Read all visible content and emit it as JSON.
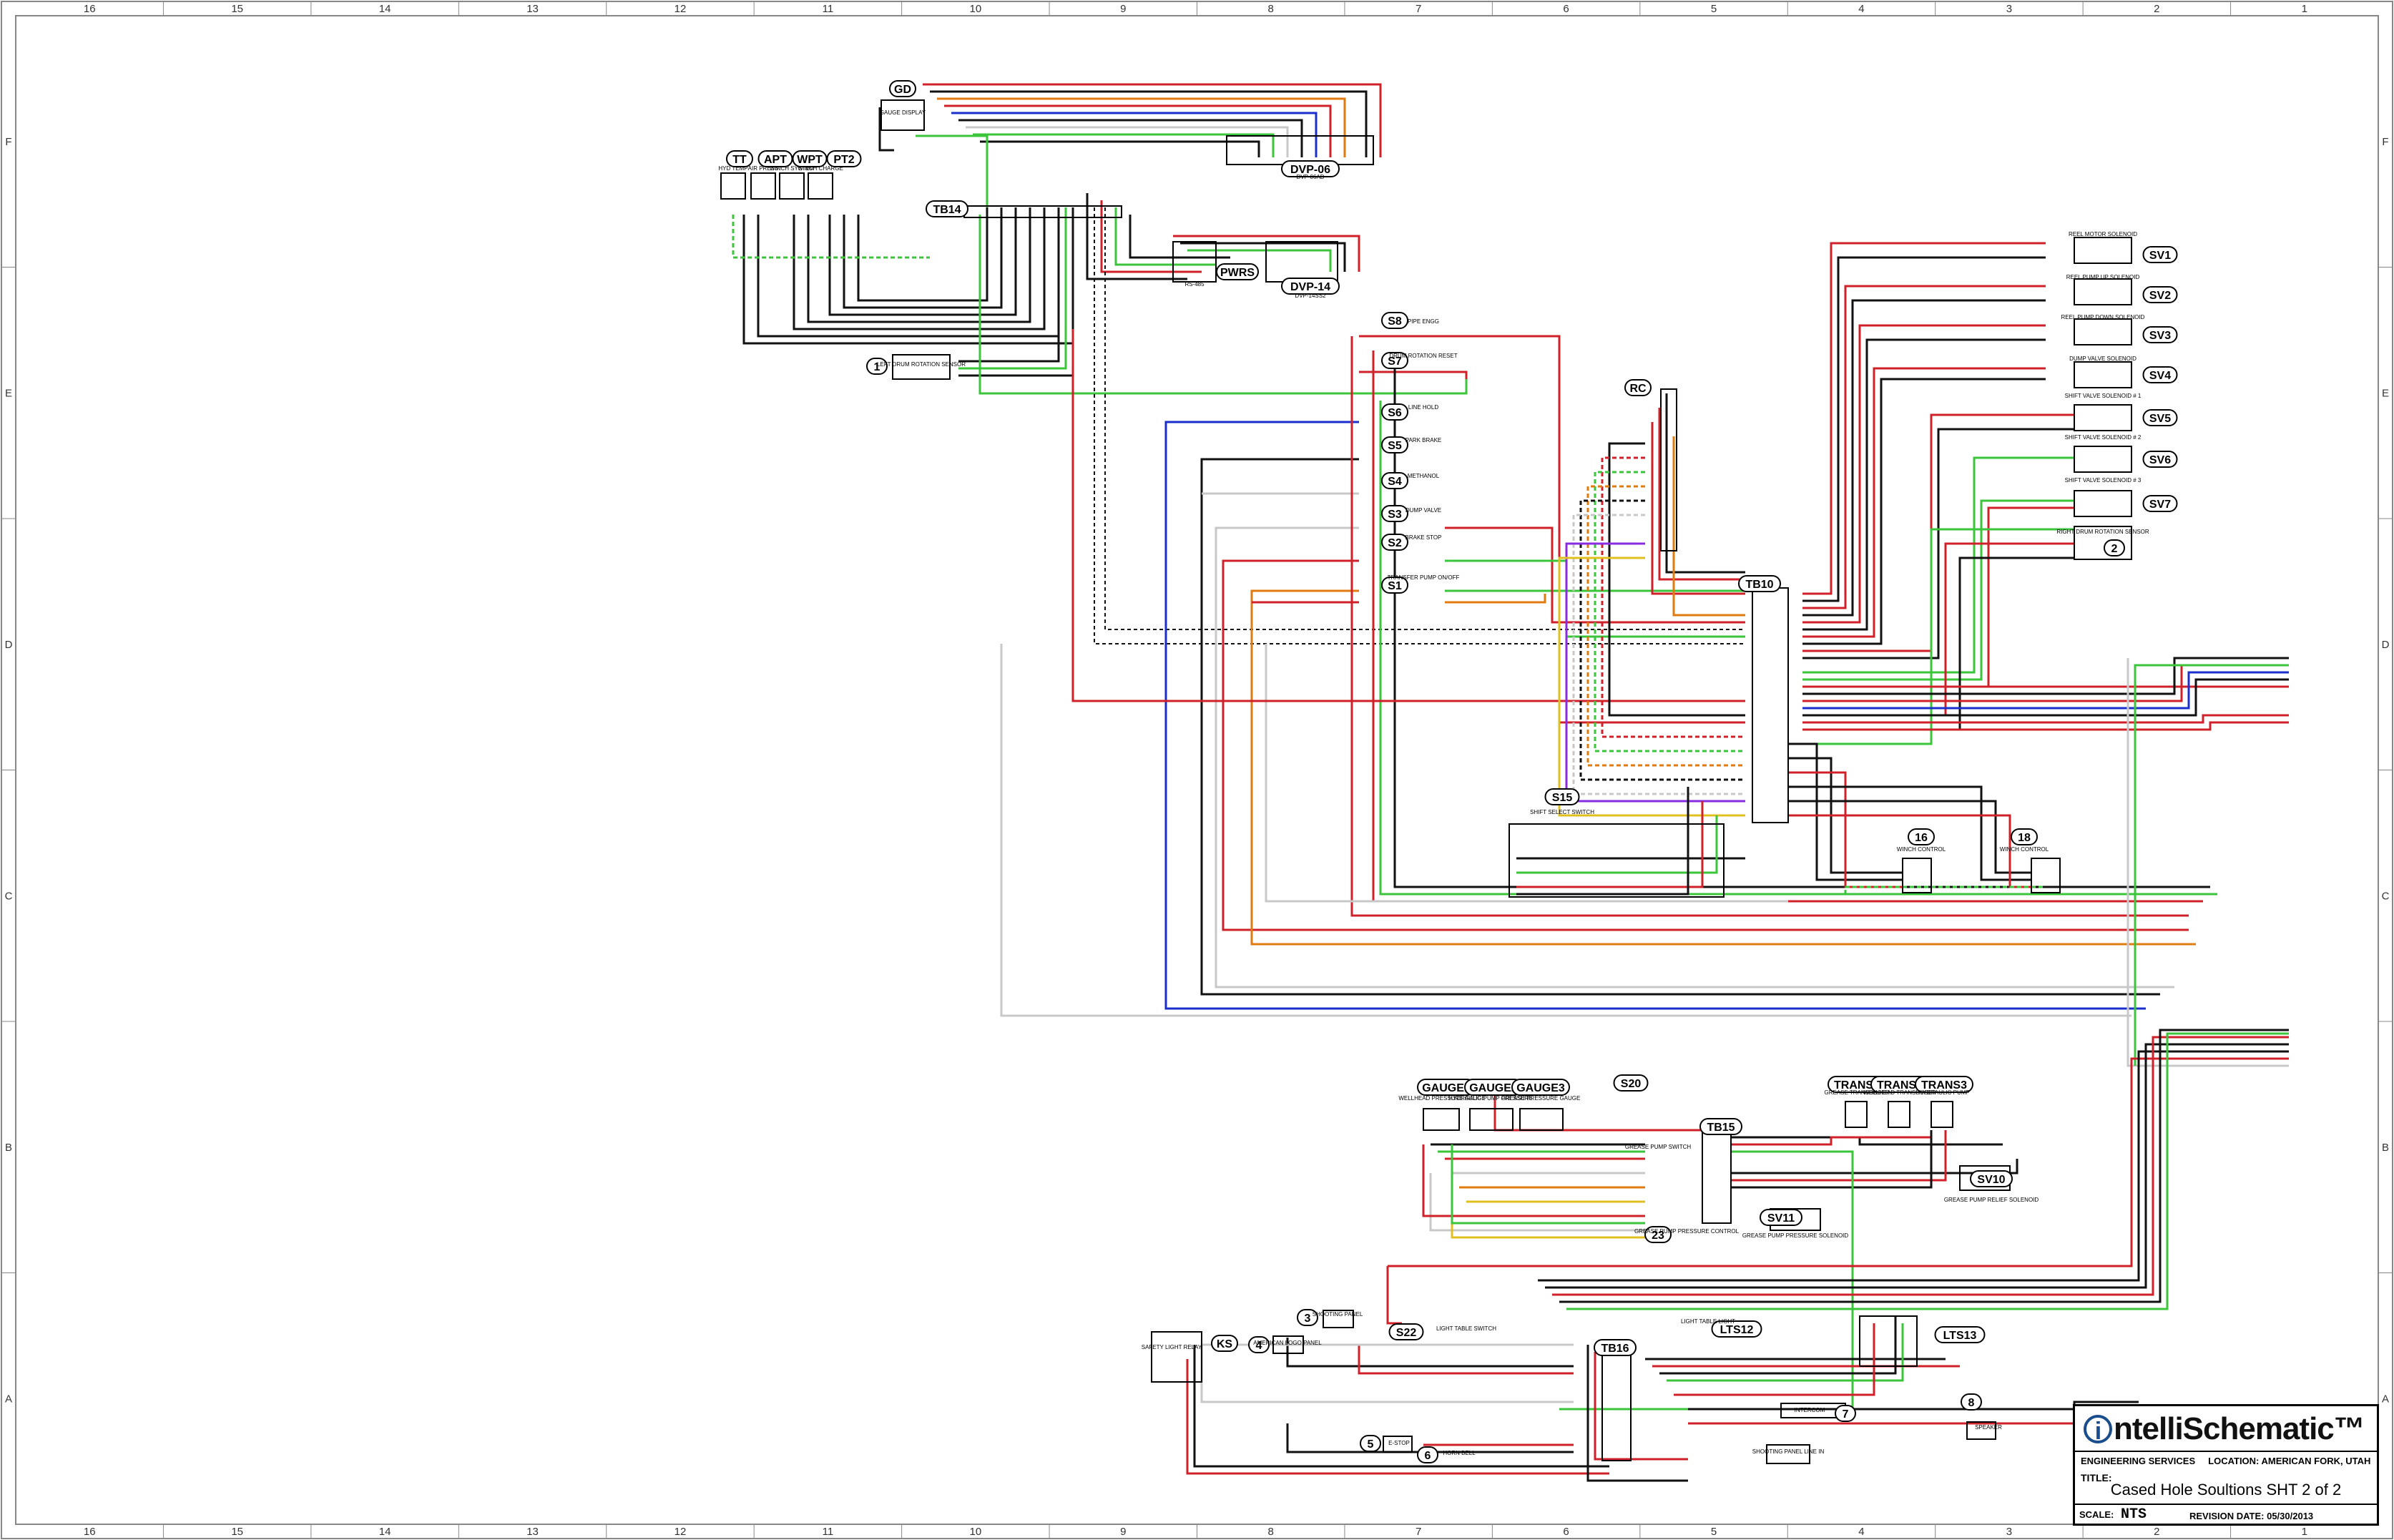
{
  "sheet": {
    "border_numbers": [
      "16",
      "15",
      "14",
      "13",
      "12",
      "11",
      "10",
      "9",
      "8",
      "7",
      "6",
      "5",
      "4",
      "3",
      "2",
      "1"
    ],
    "border_letters": [
      "F",
      "E",
      "D",
      "C",
      "B",
      "A"
    ]
  },
  "title_block": {
    "logo_i": "i",
    "logo_rest": "ntelliSchematic™",
    "services": "ENGINEERING SERVICES",
    "location": "LOCATION: AMERICAN FORK, UTAH",
    "title_label": "TITLE:",
    "title": "Cased Hole Soultions SHT 2 of 2",
    "scale_label": "SCALE:",
    "scale": "NTS",
    "revision": "REVISION DATE: 05/30/2013"
  },
  "components": {
    "gd": {
      "tag": "GD",
      "label": "GAUGE DISPLAY"
    },
    "tt": {
      "tag": "TT",
      "label": "HYD TEMP"
    },
    "apt": {
      "tag": "APT",
      "label": "AIR PRESS"
    },
    "wpt": {
      "tag": "WPT",
      "label": "WINCH SYSTEM"
    },
    "pt2": {
      "tag": "PT2",
      "label": "WINCH CHARGE"
    },
    "tb14": {
      "tag": "TB14"
    },
    "dvp06": {
      "tag": "DVP-06",
      "label": "DVP-06AD"
    },
    "dvp14": {
      "tag": "DVP-14",
      "label": "DVP-14SS2"
    },
    "pwrs": {
      "tag": "PWRS",
      "label": "RS-485"
    },
    "c1": {
      "tag": "1",
      "label": "LEFT DRUM ROTATION SENSOR"
    },
    "s8": {
      "tag": "S8",
      "label": "PIPE ENGG"
    },
    "s7": {
      "tag": "S7",
      "label": "DRUM ROTATION RESET"
    },
    "s6": {
      "tag": "S6",
      "label": "LINE HOLD"
    },
    "s5": {
      "tag": "S5",
      "label": "PARK BRAKE"
    },
    "s4": {
      "tag": "S4",
      "label": "METHANOL"
    },
    "s3": {
      "tag": "S3",
      "label": "DUMP VALVE"
    },
    "s2": {
      "tag": "S2",
      "label": "BRAKE STOP"
    },
    "s1": {
      "tag": "S1",
      "label": "TRANSFER PUMP ON/OFF"
    },
    "rc": {
      "tag": "RC"
    },
    "tb10": {
      "tag": "TB10"
    },
    "sv1": {
      "tag": "SV1",
      "label": "REEL MOTOR SOLENOID"
    },
    "sv2": {
      "tag": "SV2",
      "label": "REEL PUMP UP SOLENOID"
    },
    "sv3": {
      "tag": "SV3",
      "label": "REEL PUMP DOWN SOLENOID"
    },
    "sv4": {
      "tag": "SV4",
      "label": "DUMP VALVE SOLENOID"
    },
    "sv5": {
      "tag": "SV5",
      "label": "SHIFT VALVE SOLENOID # 1"
    },
    "sv6": {
      "tag": "SV6",
      "label": "SHIFT VALVE SOLENOID # 2"
    },
    "sv7": {
      "tag": "SV7",
      "label": "SHIFT VALVE SOLENOID # 3"
    },
    "c2": {
      "tag": "2",
      "label": "RIGHT DRUM ROTATION SENSOR"
    },
    "s15": {
      "tag": "S15",
      "label": "SHIFT SELECT SWITCH"
    },
    "c16": {
      "tag": "16",
      "label": "WINCH CONTROL"
    },
    "c18": {
      "tag": "18",
      "label": "WINCH CONTROL"
    },
    "gauge1": {
      "tag": "GAUGE1",
      "label": "WELLHEAD PRESSURE GAUGE"
    },
    "gauge2": {
      "tag": "GAUGE2",
      "label": "HYDRAULIC PUMP PRESSURE"
    },
    "gauge3": {
      "tag": "GAUGE3",
      "label": "GREASE PRESSURE GAUGE"
    },
    "s20": {
      "tag": "S20",
      "label": "GREASE PUMP SWITCH"
    },
    "tb15": {
      "tag": "TB15"
    },
    "trans1": {
      "tag": "TRANS1",
      "label": "GREASE TRANSDUCER"
    },
    "trans2": {
      "tag": "TRANS2",
      "label": "WELLHEAD TRANSDUCER"
    },
    "trans3": {
      "tag": "TRANS3",
      "label": "HYDRAULIC PUMP"
    },
    "sv10": {
      "tag": "SV10",
      "label": "GREASE PUMP RELIEF SOLENOID"
    },
    "sv11": {
      "tag": "SV11",
      "label": "GREASE PUMP PRESSURE SOLENOID"
    },
    "c23": {
      "tag": "23",
      "label": "GREASE PUMP PRESSURE CONTROL"
    },
    "ks": {
      "tag": "KS",
      "label": "SAFETY LIGHT RELAY"
    },
    "c3": {
      "tag": "3",
      "label": "SHOOTING PANEL"
    },
    "c4": {
      "tag": "4",
      "label": "AMERICAN LOGO PANEL"
    },
    "s22": {
      "tag": "S22",
      "label": "LIGHT TABLE SWITCH"
    },
    "tb16": {
      "tag": "TB16"
    },
    "lts12": {
      "tag": "LTS12",
      "label": "LIGHT TABLE LIGHT"
    },
    "lts13": {
      "tag": "LTS13"
    },
    "c5": {
      "tag": "5",
      "label": "E-STOP"
    },
    "c6": {
      "tag": "6",
      "label": "HORN BELL"
    },
    "c7": {
      "tag": "7",
      "label": "INTERCOM"
    },
    "c8": {
      "tag": "8",
      "label": "SPEAKER"
    },
    "shooting_panel": {
      "label": "SHOOTING PANEL LINE IN"
    }
  }
}
